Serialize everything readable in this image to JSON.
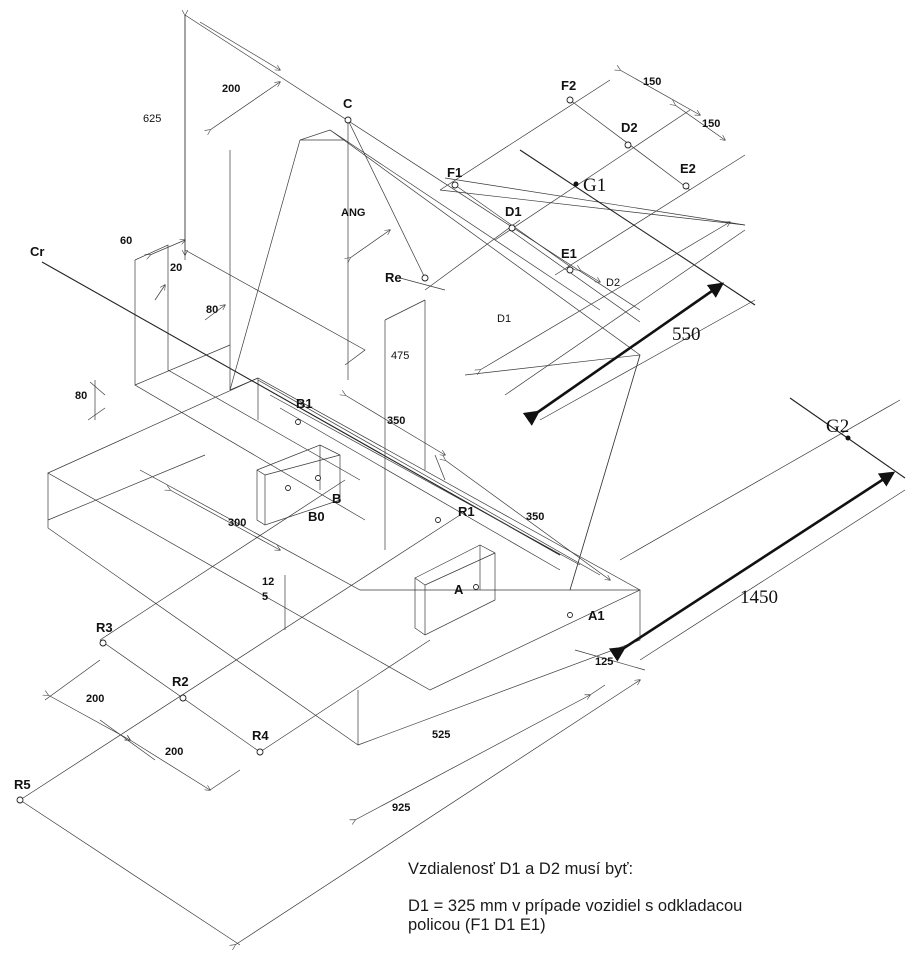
{
  "dimensions": {
    "d625": "625",
    "d200_top": "200",
    "d150a": "150",
    "d150b": "150",
    "d60": "60",
    "d20": "20",
    "d80a": "80",
    "d80b": "80",
    "ang": "ANG",
    "d475": "475",
    "d350a": "350",
    "d350b": "350",
    "d300": "300",
    "d12": "12",
    "d5": "5",
    "d200a": "200",
    "d200b": "200",
    "d525": "525",
    "d925": "925",
    "d125": "125",
    "dD1": "D1",
    "dD2": "D2",
    "d550": "550",
    "d1450": "1450"
  },
  "points": {
    "C": "C",
    "Cr": "Cr",
    "Re": "Re",
    "F1": "F1",
    "F2": "F2",
    "D1": "D1",
    "D2": "D2",
    "E1": "E1",
    "E2": "E2",
    "G1": "G1",
    "G2": "G2",
    "B1": "B1",
    "B": "B",
    "B0": "B0",
    "R1": "R1",
    "R2": "R2",
    "R3": "R3",
    "R4": "R4",
    "R5": "R5",
    "A": "A",
    "A1": "A1"
  },
  "notes": {
    "heading": "Vzdialenosť D1 a D2 musí byť:",
    "line1": "D1 = 325 mm v prípade vozidiel s odkladacou",
    "line2": "policou (F1 D1 E1)"
  }
}
